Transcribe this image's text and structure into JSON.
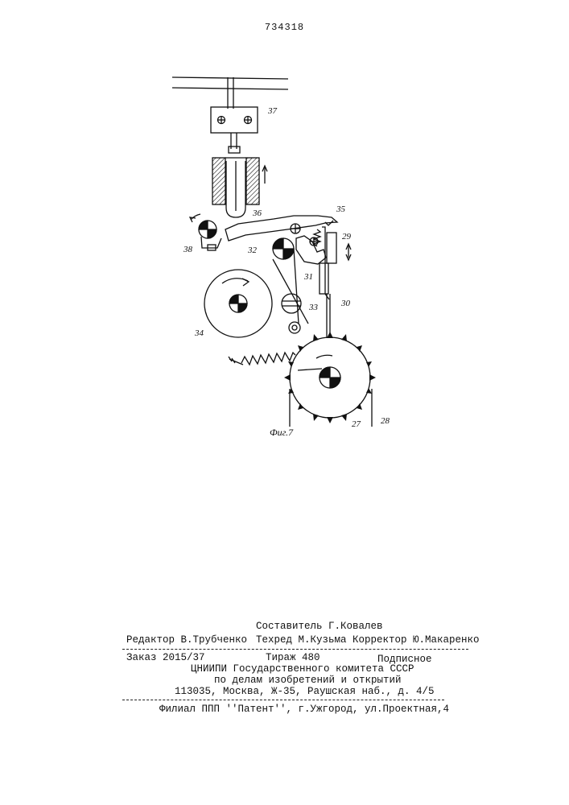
{
  "patent_number": "734318",
  "figure": {
    "caption": "Фиг.7",
    "labels": {
      "l27": "27",
      "l28": "28",
      "l29": "29",
      "l30": "30",
      "l31": "31",
      "l32": "32",
      "l33": "33",
      "l34": "34",
      "l35": "35",
      "l36": "36",
      "l37": "37",
      "l38": "38"
    }
  },
  "footer": {
    "compiler": "Составитель Г.Ковалев",
    "editor": "Редактор В.Трубченко",
    "techred_corrector": "Техред М.Кузьма Корректор Ю.Макаренко",
    "order": "Заказ 2015/37",
    "circulation": "Тираж 480",
    "subscription": "Подписное",
    "org_line1": "ЦНИИПИ Государственного комитета СССР",
    "org_line2": "по делам изобретений и открытий",
    "address": "113035, Москва, Ж-35, Раушская наб., д. 4/5",
    "branch": "Филиал ППП ''Патент'', г.Ужгород, ул.Проектная,4"
  }
}
